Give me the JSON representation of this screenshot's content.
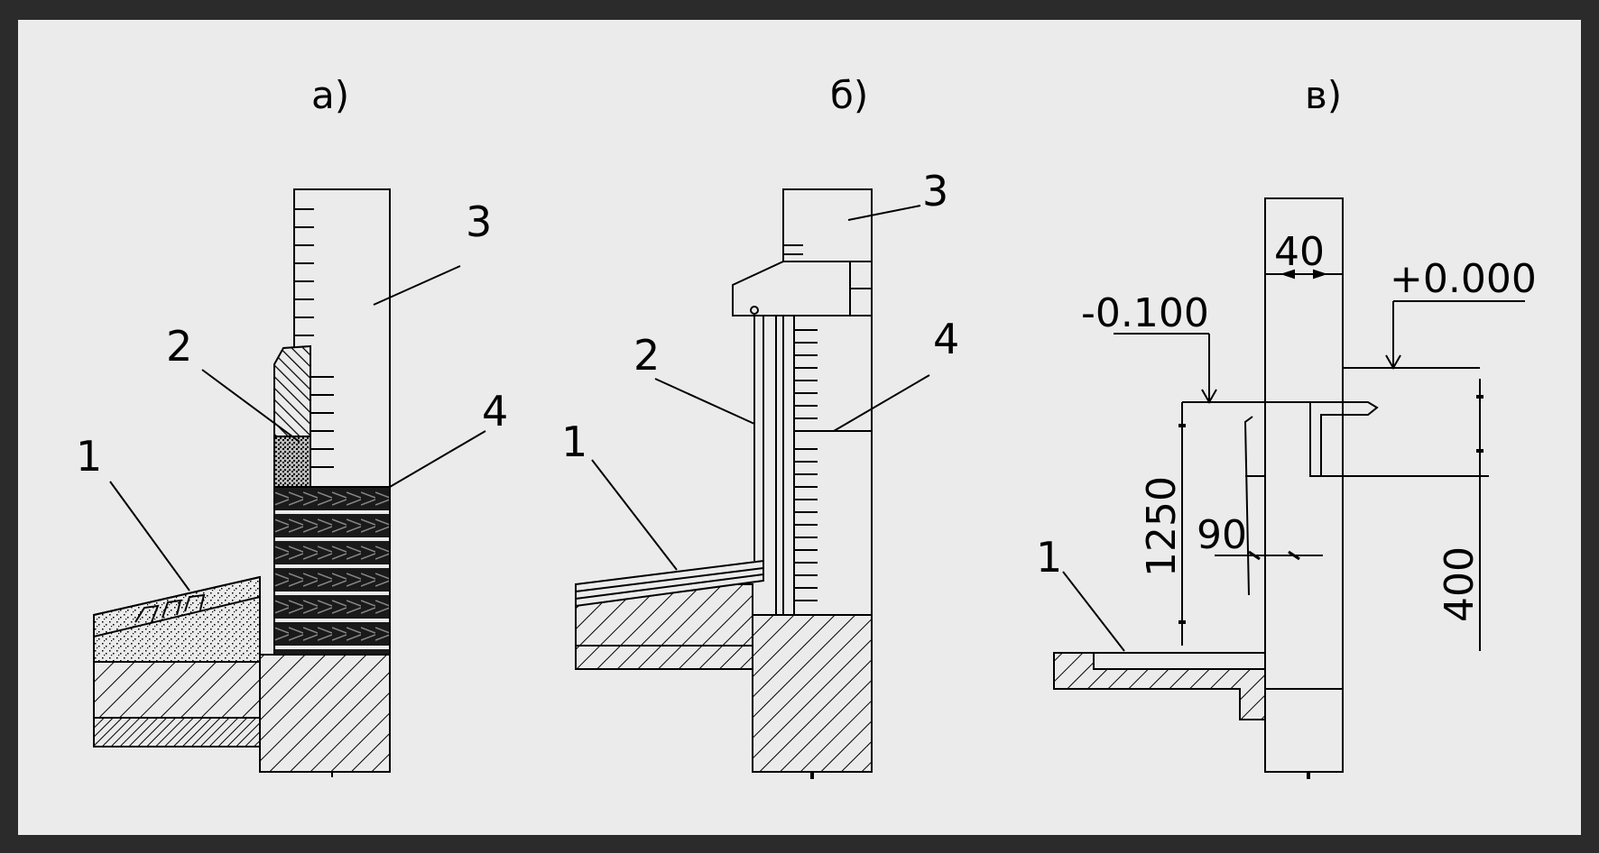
{
  "panels": {
    "a": {
      "title": "а)",
      "callouts": [
        "1",
        "2",
        "3",
        "4"
      ]
    },
    "b": {
      "title": "б)",
      "callouts": [
        "1",
        "2",
        "3",
        "4"
      ]
    },
    "c": {
      "title": "в)",
      "callouts": [
        "1"
      ],
      "dimensions": {
        "wall_thickness": "40",
        "elev_left": "-0.100",
        "elev_right": "+0.000",
        "height_1250": "1250",
        "offset_90": "90",
        "height_400": "400"
      }
    }
  },
  "colors": {
    "background": "#ebebeb",
    "ink": "#000000",
    "frame": "#2b2b2b"
  }
}
